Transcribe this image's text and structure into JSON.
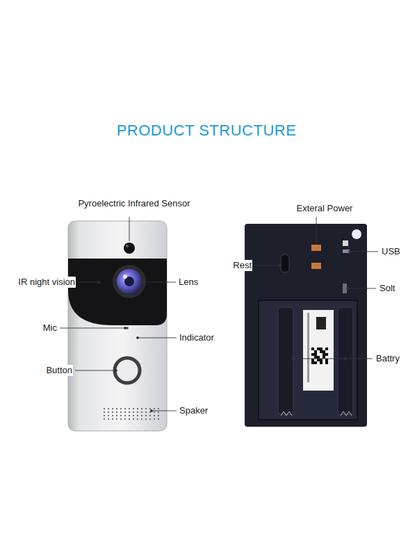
{
  "diagram": {
    "title": "PRODUCT STRUCTURE",
    "labels": [
      "Pyroelectric Infrared Sensor",
      "Exteral Power",
      "IR night vision",
      "Lens",
      "Rest",
      "USB",
      "Solt",
      "Mic",
      "Indicator",
      "Button",
      "Battry",
      "Spaker"
    ]
  }
}
